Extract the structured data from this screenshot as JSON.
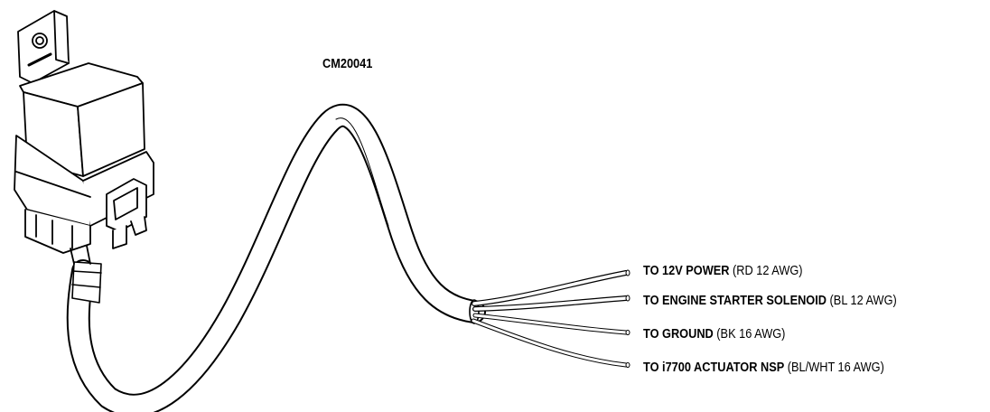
{
  "part_number": "CM20041",
  "wire_labels": [
    {
      "dest": "TO 12V POWER",
      "spec": "(RD 12 AWG)"
    },
    {
      "dest": "TO ENGINE STARTER SOLENOID",
      "spec": "(BL 12 AWG)"
    },
    {
      "dest": "TO GROUND",
      "spec": "(BK 16 AWG)"
    },
    {
      "dest": "TO i7700 ACTUATOR NSP",
      "spec": "(BL/WHT 16 AWG)"
    }
  ],
  "colors": {
    "line": "#000000",
    "background": "#ffffff"
  }
}
